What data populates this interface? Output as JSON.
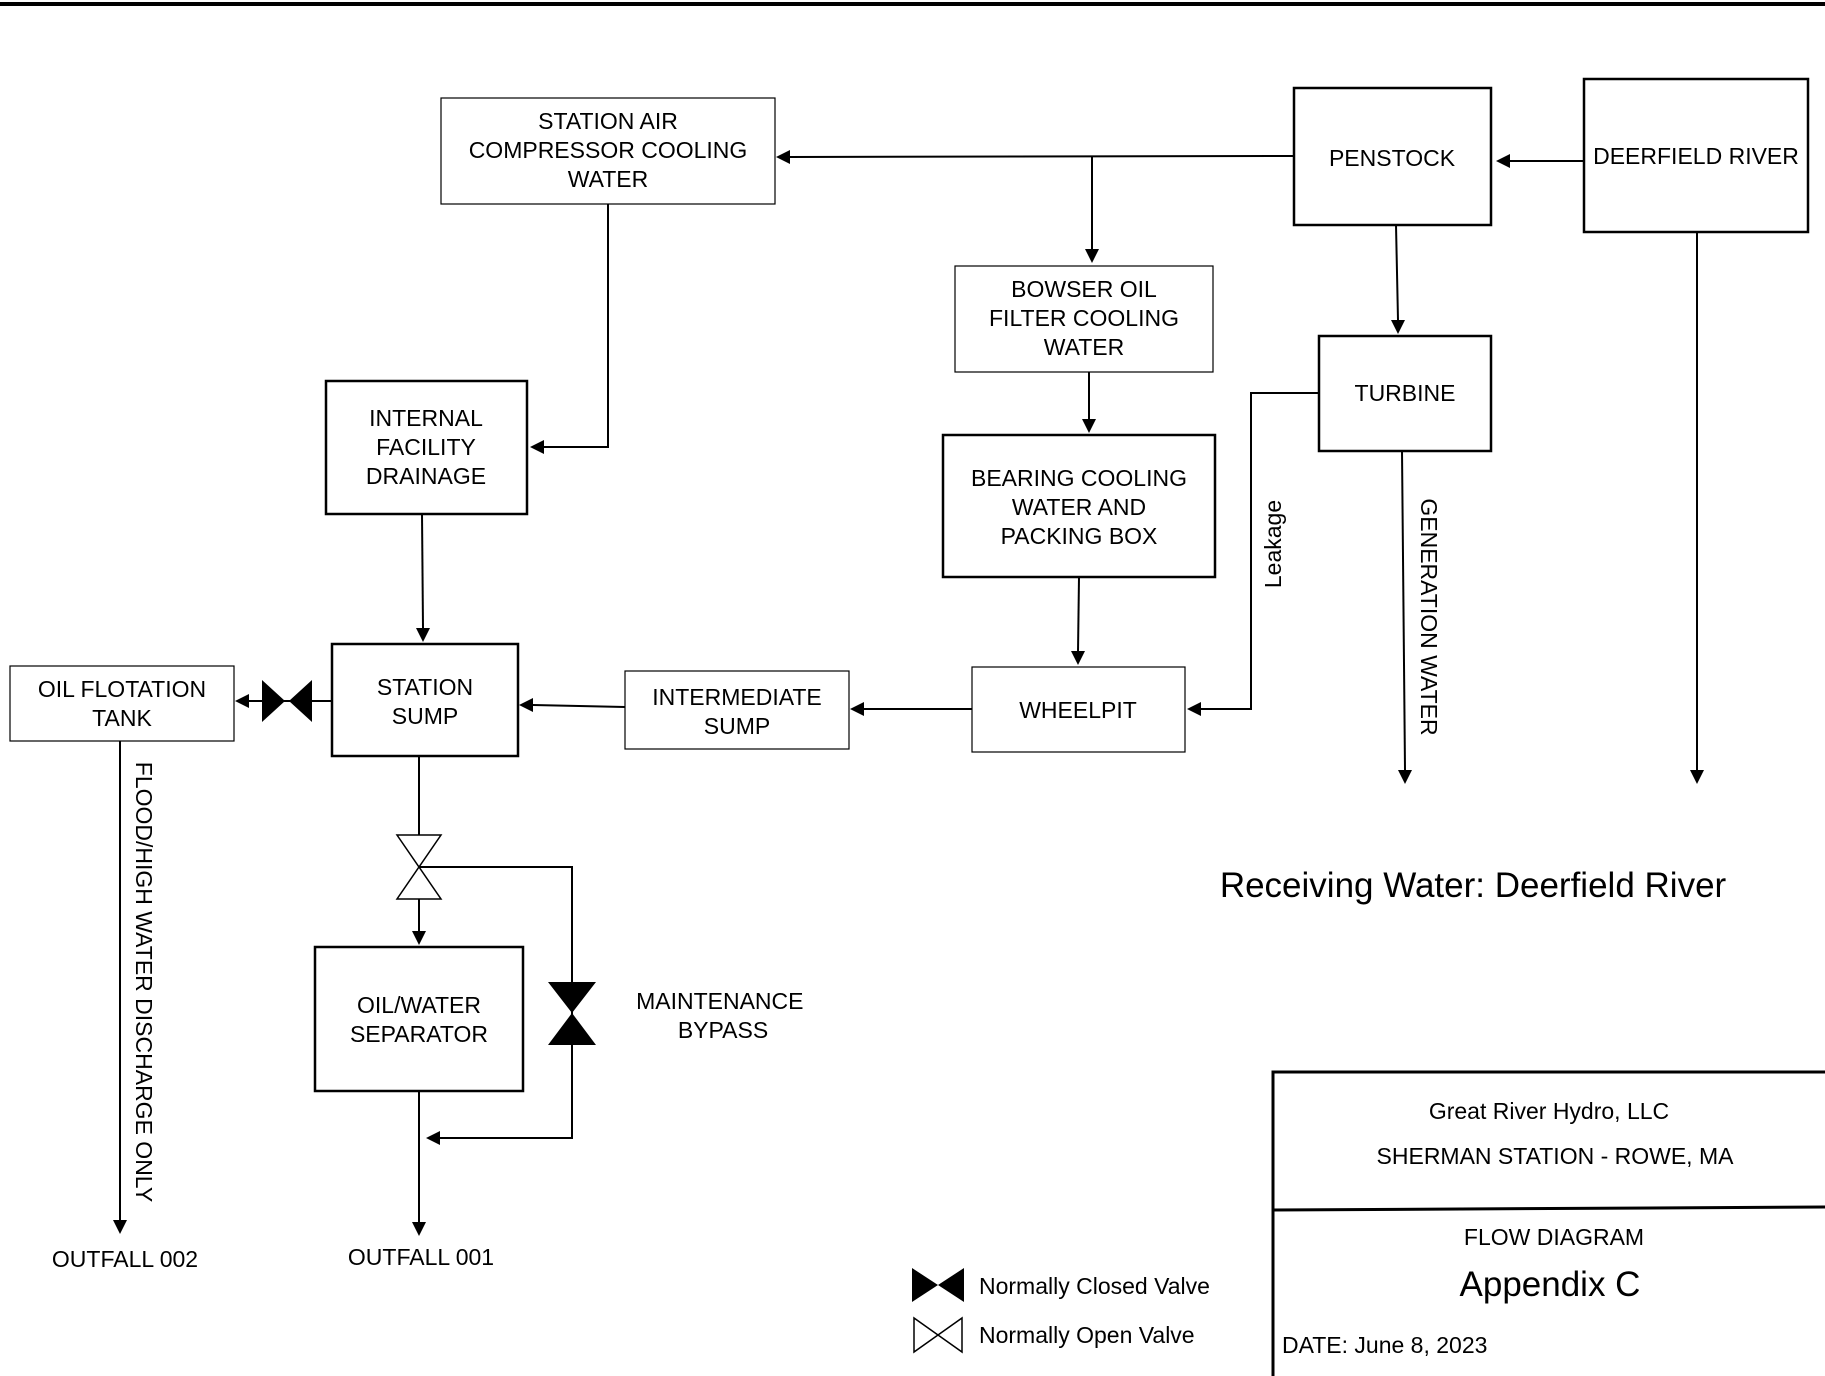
{
  "nodes": {
    "station_air": [
      "STATION AIR",
      "COMPRESSOR COOLING",
      "WATER"
    ],
    "penstock": [
      "PENSTOCK"
    ],
    "deerfield_river": [
      "DEERFIELD RIVER"
    ],
    "bowser": [
      "BOWSER OIL",
      "FILTER COOLING",
      "WATER"
    ],
    "turbine": [
      "TURBINE"
    ],
    "internal_drainage": [
      "INTERNAL",
      "FACILITY",
      "DRAINAGE"
    ],
    "bearing": [
      "BEARING COOLING",
      "WATER AND",
      "PACKING BOX"
    ],
    "oil_flotation": [
      "OIL FLOTATION",
      "TANK"
    ],
    "station_sump": [
      "STATION",
      "SUMP"
    ],
    "intermediate_sump": [
      "INTERMEDIATE",
      "SUMP"
    ],
    "wheelpit": [
      "WHEELPIT"
    ],
    "oil_water_separator": [
      "OIL/WATER",
      "SEPARATOR"
    ]
  },
  "flow_labels": {
    "leakage": "Leakage",
    "generation_water": "GENERATION WATER",
    "flood_discharge": "FLOOD/HIGH WATER  DISCHARGE ONLY",
    "maintenance_bypass": [
      "MAINTENANCE",
      "BYPASS"
    ],
    "outfall_002": "OUTFALL 002",
    "outfall_001": "OUTFALL 001"
  },
  "receiving_water": "Receiving Water: Deerfield River",
  "legend": {
    "closed_valve": "Normally Closed Valve",
    "open_valve": "Normally Open Valve"
  },
  "title_block": {
    "company": "Great River Hydro, LLC",
    "station": "SHERMAN STATION - ROWE, MA",
    "diagram_type": "FLOW DIAGRAM",
    "appendix": "Appendix C",
    "date": "DATE: June 8, 2023"
  }
}
